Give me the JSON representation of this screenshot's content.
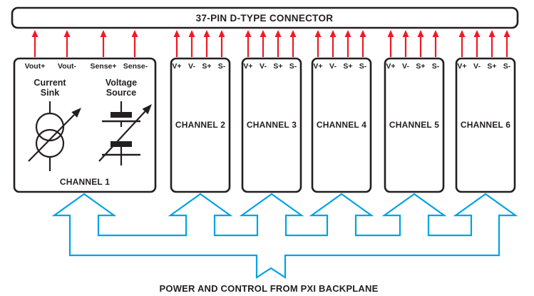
{
  "diagram_title": "37-PIN D-TYPE CONNECTOR",
  "caption": "POWER AND CONTROL FROM PXI BACKPLANE",
  "channel1": {
    "name": "CHANNEL 1",
    "pins": [
      "Vout+",
      "Vout-",
      "Sense+",
      "Sense-"
    ],
    "current_sink": [
      "Current",
      "Sink"
    ],
    "voltage_source": [
      "Voltage",
      "Source"
    ]
  },
  "channels": [
    {
      "name": "CHANNEL 2",
      "pins": [
        "V+",
        "V-",
        "S+",
        "S-"
      ]
    },
    {
      "name": "CHANNEL 3",
      "pins": [
        "V+",
        "V-",
        "S+",
        "S-"
      ]
    },
    {
      "name": "CHANNEL 4",
      "pins": [
        "V+",
        "V-",
        "S+",
        "S-"
      ]
    },
    {
      "name": "CHANNEL 5",
      "pins": [
        "V+",
        "V-",
        "S+",
        "S-"
      ]
    },
    {
      "name": "CHANNEL 6",
      "pins": [
        "V+",
        "V-",
        "S+",
        "S-"
      ]
    }
  ],
  "colors": {
    "arrow_red": "#EC1C24",
    "arrow_blue": "#00A2E4",
    "line_black": "#231F20"
  }
}
